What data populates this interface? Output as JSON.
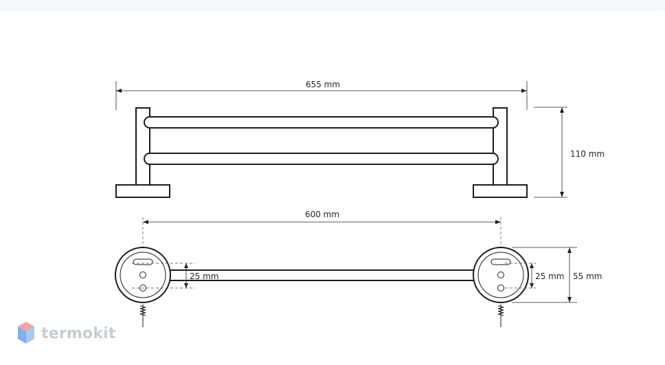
{
  "dimensions": {
    "total_length": "655 mm",
    "height": "110 mm",
    "center_distance": "600 mm",
    "tube_spacing": "25 mm",
    "mount_spacing": "25 mm",
    "base_diameter": "55 mm"
  },
  "brand": {
    "name": "termokit",
    "text_color": "#c9ccd3",
    "icon_top_color": "#f2a3a8",
    "icon_left_color": "#7fb0ea",
    "icon_right_color": "#a9c9f2"
  }
}
